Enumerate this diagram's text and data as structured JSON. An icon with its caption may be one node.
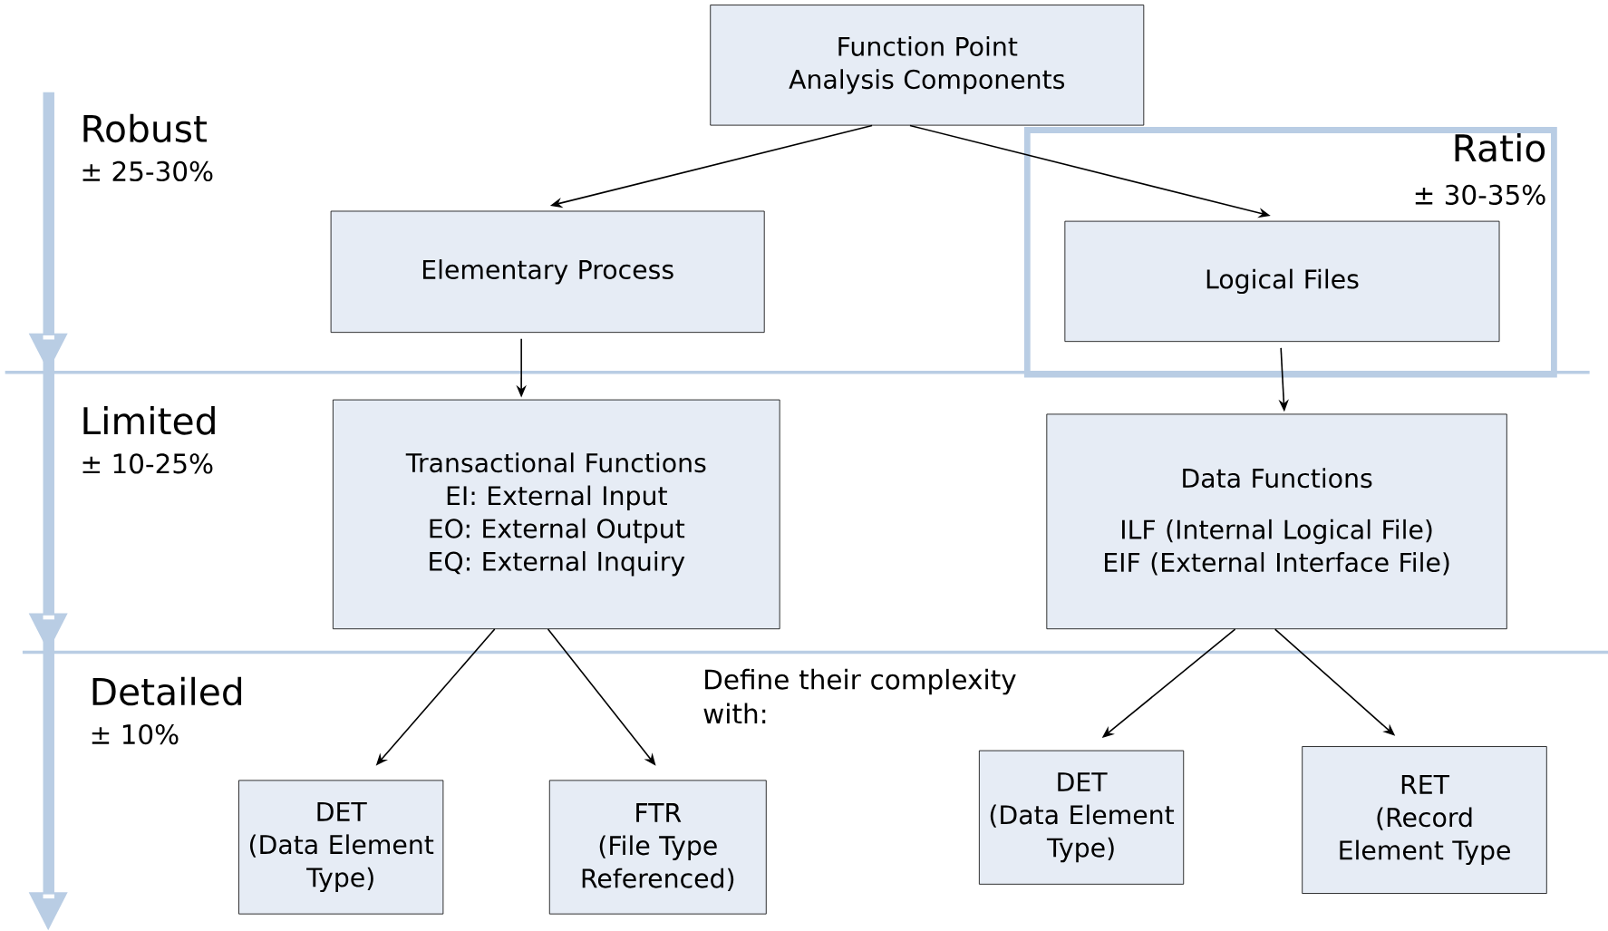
{
  "diagram": {
    "nodes": [
      {
        "text": [
          "Function Point Analysis Components"
        ]
      },
      {
        "text": [
          "Elementary Process"
        ]
      },
      {
        "text": [
          "Ratio",
          "± 30-35%"
        ]
      },
      {
        "text": [
          "Logical Files"
        ],
        "in": 2
      },
      {
        "text": [
          "Transactional Functions",
          "EI: External Input",
          "EO: External Output",
          "EQ: External Inquiry"
        ]
      },
      {
        "text": [
          "Data Functions",
          "ILF (Internal Logical File)",
          "EIF (External Interface File)"
        ]
      },
      {
        "text": [
          "DET",
          "(Data Element Type)"
        ]
      },
      {
        "text": [
          "FTR",
          "(File Type Referenced)"
        ]
      },
      {
        "text": [
          "DET",
          "(Data Element Type)"
        ]
      },
      {
        "text": [
          "RET",
          "(Record Element Type"
        ]
      }
    ],
    "edges": [
      {
        "from": 0,
        "to": 1,
        "arrow": "to"
      },
      {
        "from": 0,
        "to": 3,
        "arrow": "to"
      },
      {
        "from": 1,
        "to": 4,
        "arrow": "to"
      },
      {
        "from": 3,
        "to": 5,
        "arrow": "to"
      },
      {
        "from": 4,
        "to": 6,
        "arrow": "to"
      },
      {
        "from": 4,
        "to": 7,
        "arrow": "to"
      },
      {
        "from": 5,
        "to": 8,
        "arrow": "to"
      },
      {
        "from": 5,
        "to": 9,
        "arrow": "to"
      }
    ],
    "labels": [
      "Robust",
      "± 25-30%",
      "Limited",
      "± 10-25%",
      "Detailed",
      "± 10%",
      "Define their complexity with:"
    ]
  }
}
